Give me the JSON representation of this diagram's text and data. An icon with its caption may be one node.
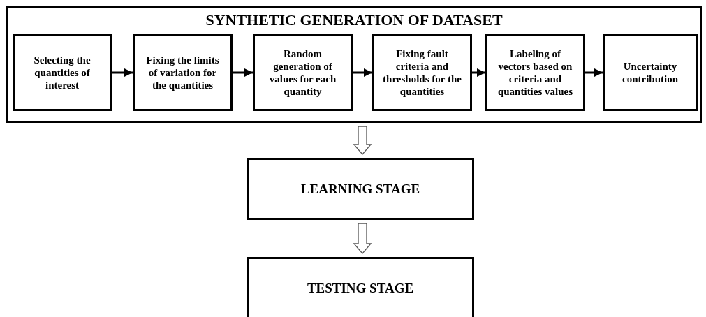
{
  "diagram": {
    "nodes": [
      {
        "text": [
          "SYNTHETIC GENERATION OF DATASET"
        ]
      },
      {
        "text": [
          "Selecting the quantities of interest"
        ],
        "in": 0
      },
      {
        "text": [
          "Fixing the limits of variation for the quantities"
        ],
        "in": 0
      },
      {
        "text": [
          "Random generation of values for each quantity"
        ],
        "in": 0
      },
      {
        "text": [
          "Fixing fault criteria and thresholds for the quantities"
        ],
        "in": 0
      },
      {
        "text": [
          "Labeling of vectors based on criteria and quantities values"
        ],
        "in": 0
      },
      {
        "text": [
          "Uncertainty contribution"
        ],
        "in": 0
      },
      {
        "text": [
          "LEARNING STAGE"
        ]
      },
      {
        "text": [
          "TESTING STAGE"
        ]
      }
    ],
    "edges": [
      {
        "from": 1,
        "to": 2,
        "arrow": "to"
      },
      {
        "from": 2,
        "to": 3,
        "arrow": "to"
      },
      {
        "from": 3,
        "to": 4,
        "arrow": "to"
      },
      {
        "from": 4,
        "to": 5,
        "arrow": "to"
      },
      {
        "from": 5,
        "to": 6,
        "arrow": "to"
      },
      {
        "from": 0,
        "to": 7,
        "arrow": "to",
        "style": "thick"
      },
      {
        "from": 7,
        "to": 8,
        "arrow": "to",
        "style": "thick"
      }
    ]
  }
}
